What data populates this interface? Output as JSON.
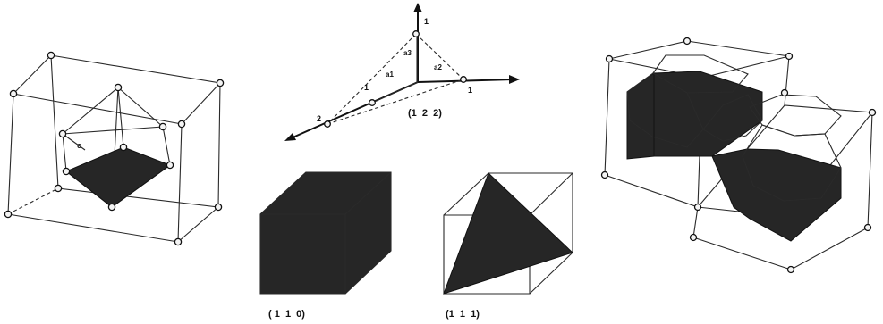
{
  "axes_diagram": {
    "tick_top": "1",
    "tick_right": "1",
    "tick_bottom": "2",
    "label_a1": "a1",
    "label_a2": "a2",
    "label_a3": "a3",
    "label_on_a1": "1",
    "plane_label": "(1  2  2)"
  },
  "plane_110": {
    "label": "( 1  1  0)"
  },
  "plane_111": {
    "label": "(1  1  1)"
  },
  "small_label_left": "c",
  "colors": {
    "shading": "#262626",
    "lines": "#2a2a2a",
    "background": "#ffffff"
  }
}
